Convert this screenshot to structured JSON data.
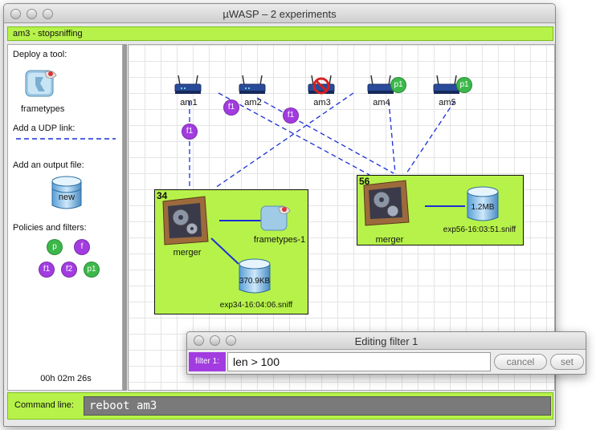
{
  "window": {
    "title": "µWASP – 2 experiments"
  },
  "status": {
    "text": "am3 - stopsniffing"
  },
  "panel": {
    "deploy_label": "Deploy a tool:",
    "tool_label": "frametypes",
    "udp_label": "Add a UDP link:",
    "output_label": "Add an output file:",
    "output_new": "new",
    "policies_label": "Policies and filters:",
    "policies": [
      "p",
      "f",
      "f1",
      "f2",
      "p1"
    ],
    "elapsed": "00h 02m 26s"
  },
  "routers": [
    {
      "label": "am1",
      "badge": ""
    },
    {
      "label": "am2",
      "badge": ""
    },
    {
      "label": "am3",
      "badge": "stopped"
    },
    {
      "label": "am4",
      "badge": "p1"
    },
    {
      "label": "am5",
      "badge": "p1"
    }
  ],
  "link_badges": [
    "f1",
    "f1",
    "f1"
  ],
  "experiments": [
    {
      "id": "34",
      "merger": "merger",
      "tool": "frametypes-1",
      "file_size": "370.9KB",
      "file_name": "exp34-16:04:06.sniff"
    },
    {
      "id": "56",
      "merger": "merger",
      "file_size": "1.2MB",
      "file_name": "exp56-16:03:51.sniff"
    }
  ],
  "command": {
    "label": "Command line:",
    "value": "reboot am3"
  },
  "dialog": {
    "title": "Editing filter 1",
    "field_label": "filter 1:",
    "value": "len > 100",
    "cancel": "cancel",
    "set": "set"
  },
  "colors": {
    "accent": "#b7f24a",
    "filter": "#a23ce0",
    "policy": "#3cb84a",
    "link": "#1a2fd6"
  }
}
